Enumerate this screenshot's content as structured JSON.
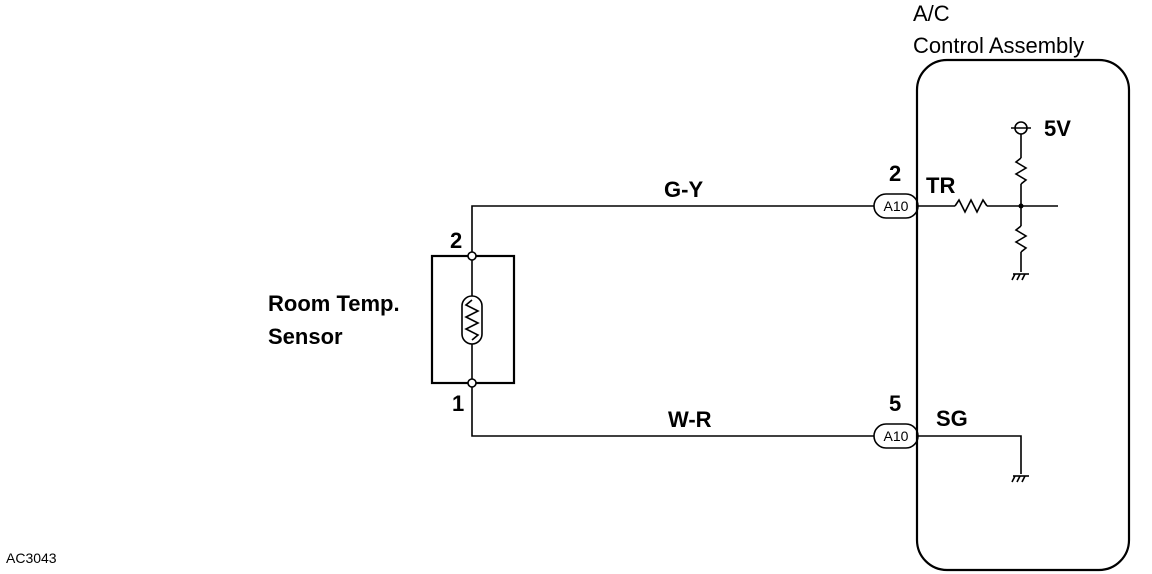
{
  "assembly": {
    "title_line1": "A/C",
    "title_line2": "Control Assembly"
  },
  "sensor": {
    "label_line1": "Room Temp.",
    "label_line2": "Sensor",
    "pin_top": "2",
    "pin_bottom": "1"
  },
  "wires": {
    "top_color": "G-Y",
    "bottom_color": "W-R"
  },
  "connectors": {
    "top": {
      "pin": "2",
      "code": "A10",
      "signal": "TR"
    },
    "bottom": {
      "pin": "5",
      "code": "A10",
      "signal": "SG"
    }
  },
  "power": {
    "voltage": "5V"
  },
  "figure_code": "AC3043",
  "colors": {
    "ink": "#000000",
    "paper": "#ffffff"
  }
}
